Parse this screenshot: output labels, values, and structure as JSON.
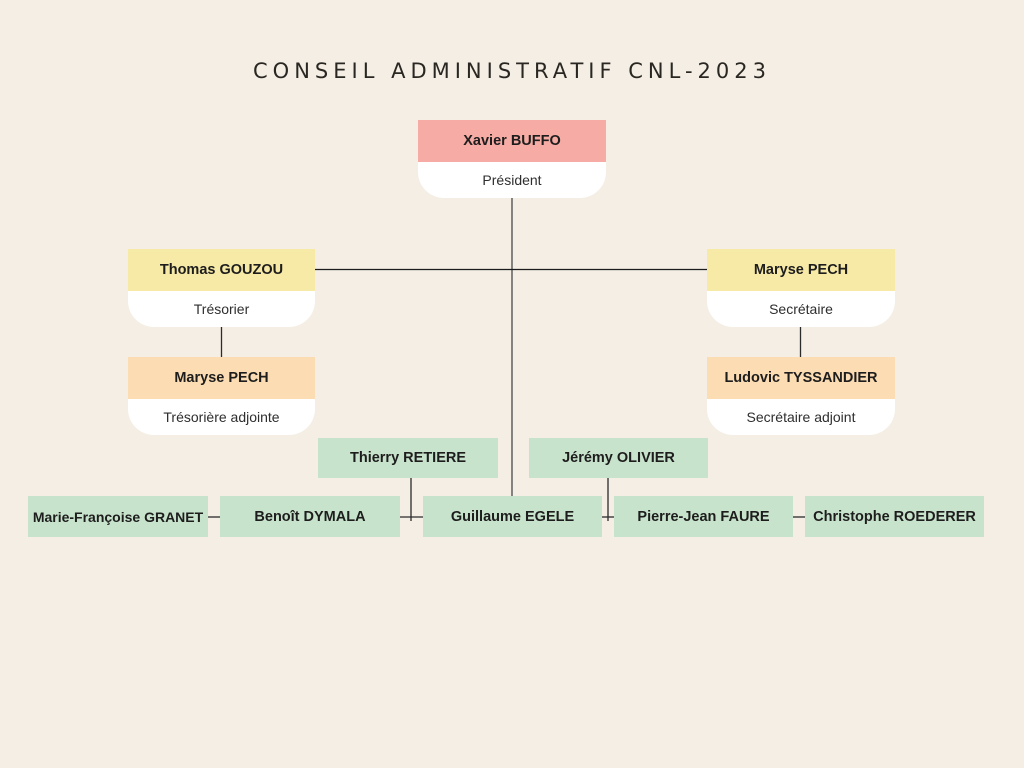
{
  "title": "CONSEIL ADMINISTRATIF CNL-2023",
  "palette": {
    "background": "#f4eee4",
    "president_header": "#f6aba4",
    "officer_header": "#f7e9a6",
    "adjoint_header": "#fcdcb2",
    "member_box": "#c8e3cb",
    "card_footer": "#ffffff",
    "connector_line": "#3f3f3f",
    "name_text": "#1d1d1d",
    "role_text": "#2e2e2e",
    "title_text": "#2a2723"
  },
  "cards": {
    "president": {
      "name": "Xavier BUFFO",
      "role": "Président"
    },
    "tresorier": {
      "name": "Thomas GOUZOU",
      "role": "Trésorier"
    },
    "secretaire": {
      "name": "Maryse PECH",
      "role": "Secrétaire"
    },
    "tresoriere_adjointe": {
      "name": "Maryse PECH",
      "role": "Trésorière adjointe"
    },
    "secretaire_adjoint": {
      "name": "Ludovic TYSSANDIER",
      "role": "Secrétaire adjoint"
    }
  },
  "members": {
    "row1": [
      "Thierry RETIERE",
      "Jérémy OLIVIER"
    ],
    "row2": [
      "Marie-Françoise GRANET",
      "Benoît DYMALA",
      "Guillaume EGELE",
      "Pierre-Jean FAURE",
      "Christophe ROEDERER"
    ]
  }
}
